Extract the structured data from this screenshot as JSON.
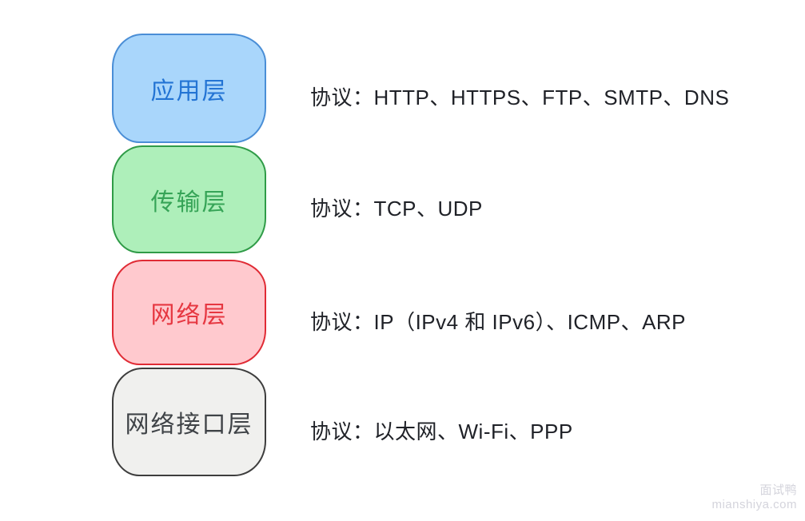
{
  "page": {
    "background": "#ffffff"
  },
  "layers": [
    {
      "id": "application",
      "name": "应用层",
      "protocols": "协议：HTTP、HTTPS、FTP、SMTP、DNS",
      "fill": "#a9d6fb",
      "border": "#4a8ed6",
      "text_color": "#2374d4"
    },
    {
      "id": "transport",
      "name": "传输层",
      "protocols": "协议：TCP、UDP",
      "fill": "#aeefba",
      "border": "#2f9b47",
      "text_color": "#36a457"
    },
    {
      "id": "network",
      "name": "网络层",
      "protocols": "协议：IP（IPv4 和 IPv6）、ICMP、ARP",
      "fill": "#ffc9ce",
      "border": "#e02b35",
      "text_color": "#e63741"
    },
    {
      "id": "link",
      "name": "网络接口层",
      "protocols": "协议：以太网、Wi-Fi、PPP",
      "fill": "#f0f0ee",
      "border": "#3d3d3d",
      "text_color": "#3f4347"
    }
  ],
  "protocol_text_color": "#1f2127",
  "watermark": {
    "line1": "面试鸭",
    "line2": "mianshiya.com",
    "color": "#d4d4dc"
  }
}
